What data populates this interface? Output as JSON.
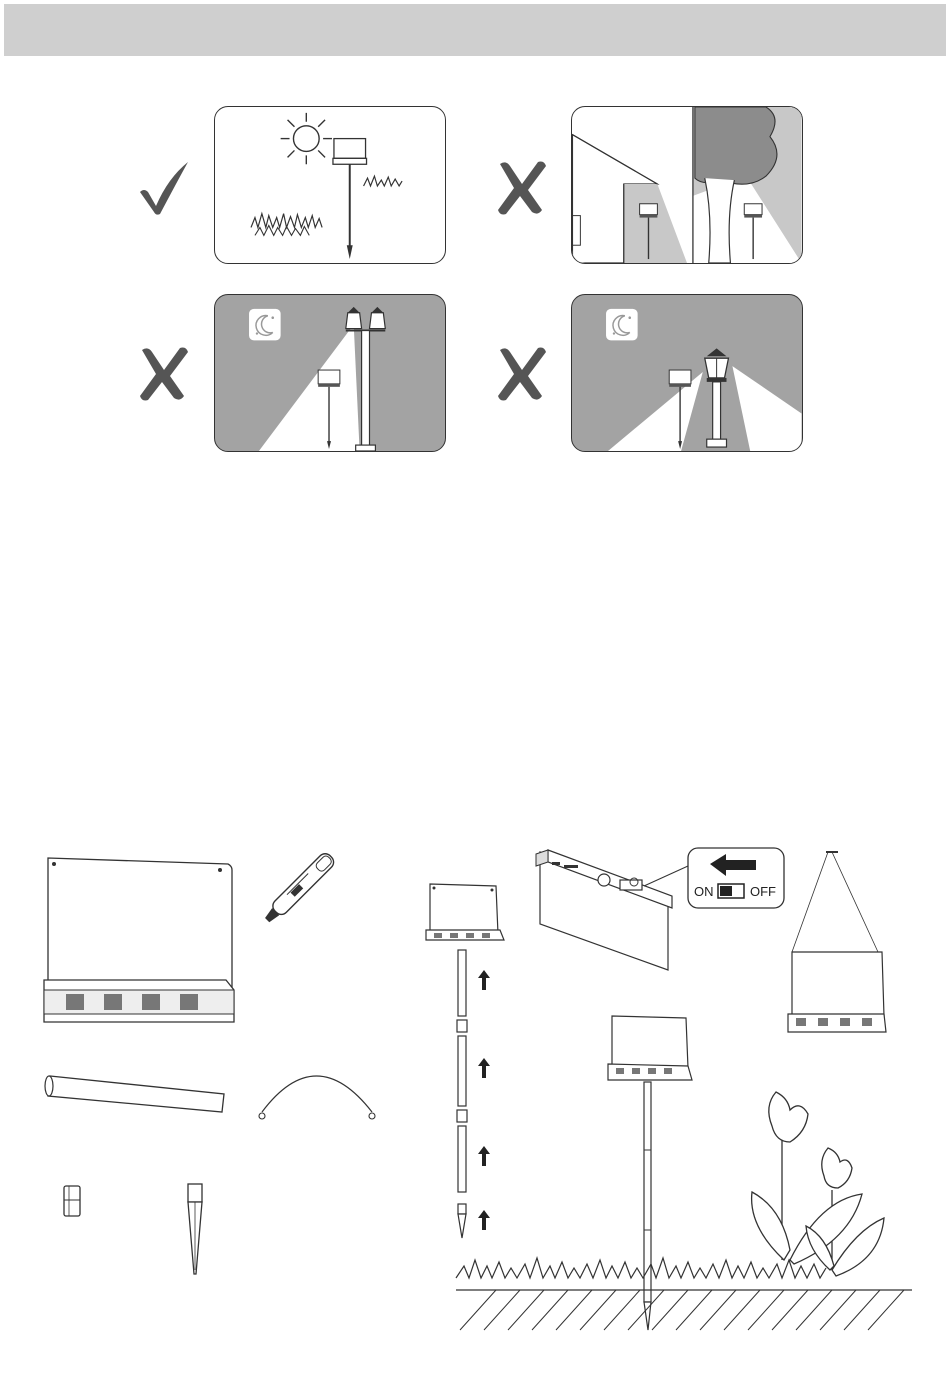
{
  "header": {
    "background": "#cfcfcf"
  },
  "placement_guide": {
    "panels": [
      {
        "id": "full-sun",
        "verdict": "correct",
        "icon": "sun-icon",
        "night": false
      },
      {
        "id": "shade",
        "verdict": "incorrect",
        "icon": "tree-shade",
        "night": false
      },
      {
        "id": "street-lamp",
        "verdict": "incorrect",
        "icon": "moon-icon",
        "night": true
      },
      {
        "id": "garden-lamp",
        "verdict": "incorrect",
        "icon": "moon-icon",
        "night": true
      }
    ],
    "colors": {
      "night_bg": "#a3a3a3",
      "light_beam": "#ffffff",
      "shade": "#c8c8c8",
      "tree": "#8c8c8c"
    }
  },
  "assembly": {
    "switch": {
      "on_label": "ON",
      "off_label": "OFF",
      "state": "ON"
    }
  }
}
